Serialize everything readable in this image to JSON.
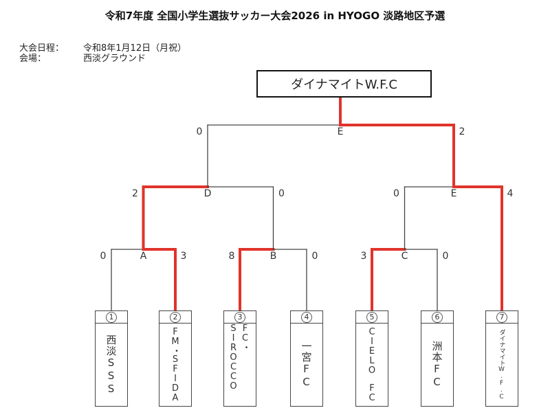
{
  "title": "令和7年度 全国小学生選抜サッカー大会2026 in HYOGO 淡路地区予選",
  "info": [
    {
      "label": "大会日程：",
      "value": "令和8年1月12日（月祝）"
    },
    {
      "label": "会場：",
      "value": "西淡グラウンド"
    }
  ],
  "champion": "ダイナマイトW.F.C",
  "colors": {
    "winner_line": "#e0332b",
    "line": "#444444"
  },
  "teams": [
    {
      "num": "1",
      "name": "西淡SSS"
    },
    {
      "num": "2",
      "name": "FM・SFIDA"
    },
    {
      "num": "3",
      "name": "FC・SIROCCO"
    },
    {
      "num": "4",
      "name": "一宮FC"
    },
    {
      "num": "5",
      "name": "CIELO　FC"
    },
    {
      "num": "6",
      "name": "洲本FC"
    },
    {
      "num": "7",
      "name": "ダイナマイトW.F.C"
    }
  ],
  "matches": [
    {
      "id": "A",
      "label": "A",
      "left_score": "0",
      "right_score": "3",
      "winner": "right"
    },
    {
      "id": "B",
      "label": "B",
      "left_score": "8",
      "right_score": "0",
      "winner": "left"
    },
    {
      "id": "C",
      "label": "C",
      "left_score": "3",
      "right_score": "0",
      "winner": "left"
    },
    {
      "id": "D",
      "label": "D",
      "left_score": "2",
      "right_score": "0",
      "winner": "left"
    },
    {
      "id": "E2",
      "label": "E",
      "left_score": "0",
      "right_score": "4",
      "winner": "right"
    },
    {
      "id": "F",
      "label": "E",
      "left_score": "0",
      "right_score": "2",
      "winner": "right"
    }
  ]
}
